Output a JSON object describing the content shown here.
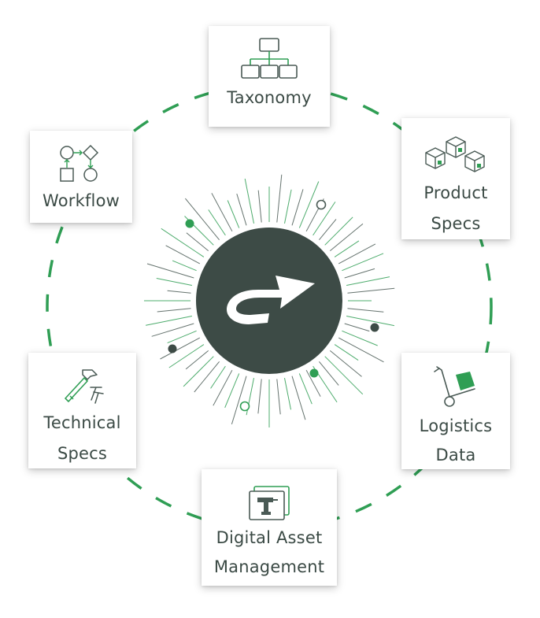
{
  "nodes": {
    "taxonomy": {
      "label": "Taxonomy",
      "icon": "hierarchy-icon"
    },
    "product_specs": {
      "label_line1": "Product",
      "label_line2": "Specs",
      "icon": "boxes-icon"
    },
    "workflow": {
      "label": "Workflow",
      "icon": "flowchart-icon"
    },
    "technical_specs": {
      "label_line1": "Technical",
      "label_line2": "Specs",
      "icon": "hammer-nails-icon"
    },
    "logistics_data": {
      "label_line1": "Logistics",
      "label_line2": "Data",
      "icon": "hand-truck-icon"
    },
    "digital_asset_management": {
      "label_line1": "Digital Asset",
      "label_line2": "Management",
      "icon": "drill-images-icon"
    }
  },
  "hub": {
    "icon": "u-turn-arrow-icon"
  },
  "colors": {
    "green": "#2f9e54",
    "dark": "#3d4b46",
    "text": "#3b4a45",
    "line": "#4a5a55"
  }
}
